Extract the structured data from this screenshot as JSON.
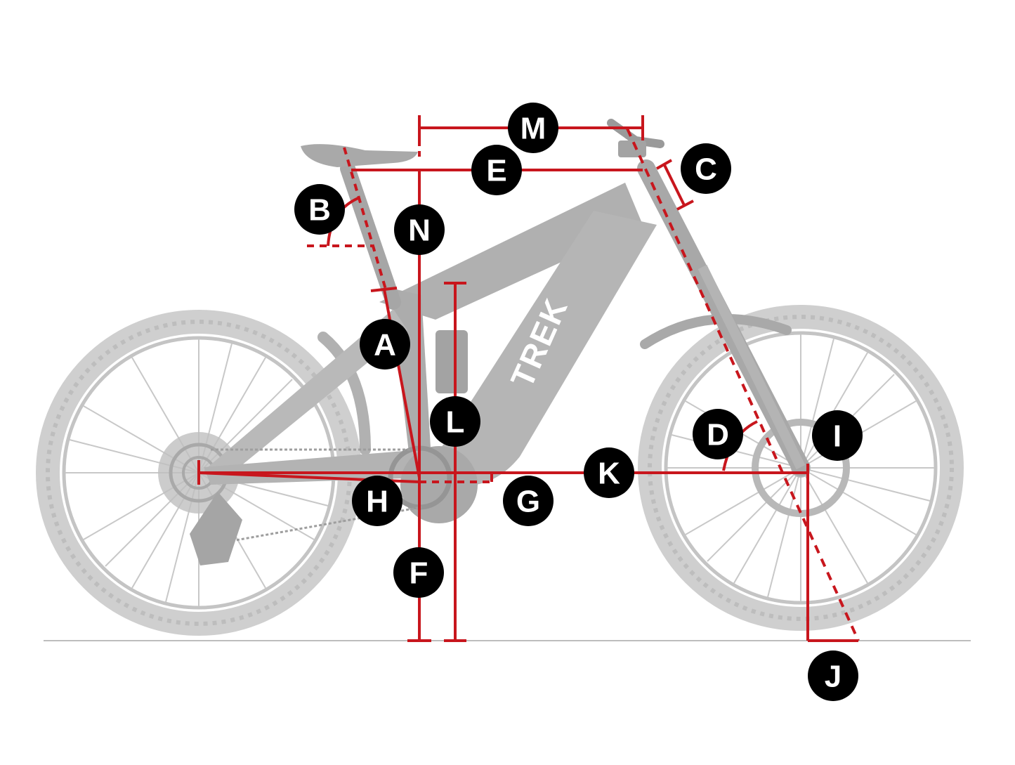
{
  "diagram": {
    "brand_logo": "TREK",
    "colors": {
      "measure_line": "#c8161d",
      "badge_fill": "#000000",
      "badge_text": "#ffffff",
      "bike_gray": "#c9c9c9",
      "frame_gray": "#b3b3b3",
      "ground": "#bdbdbd"
    },
    "labels": {
      "A": "A",
      "B": "B",
      "C": "C",
      "D": "D",
      "E": "E",
      "F": "F",
      "G": "G",
      "H": "H",
      "I": "I",
      "J": "J",
      "K": "K",
      "L": "L",
      "M": "M",
      "N": "N"
    }
  }
}
